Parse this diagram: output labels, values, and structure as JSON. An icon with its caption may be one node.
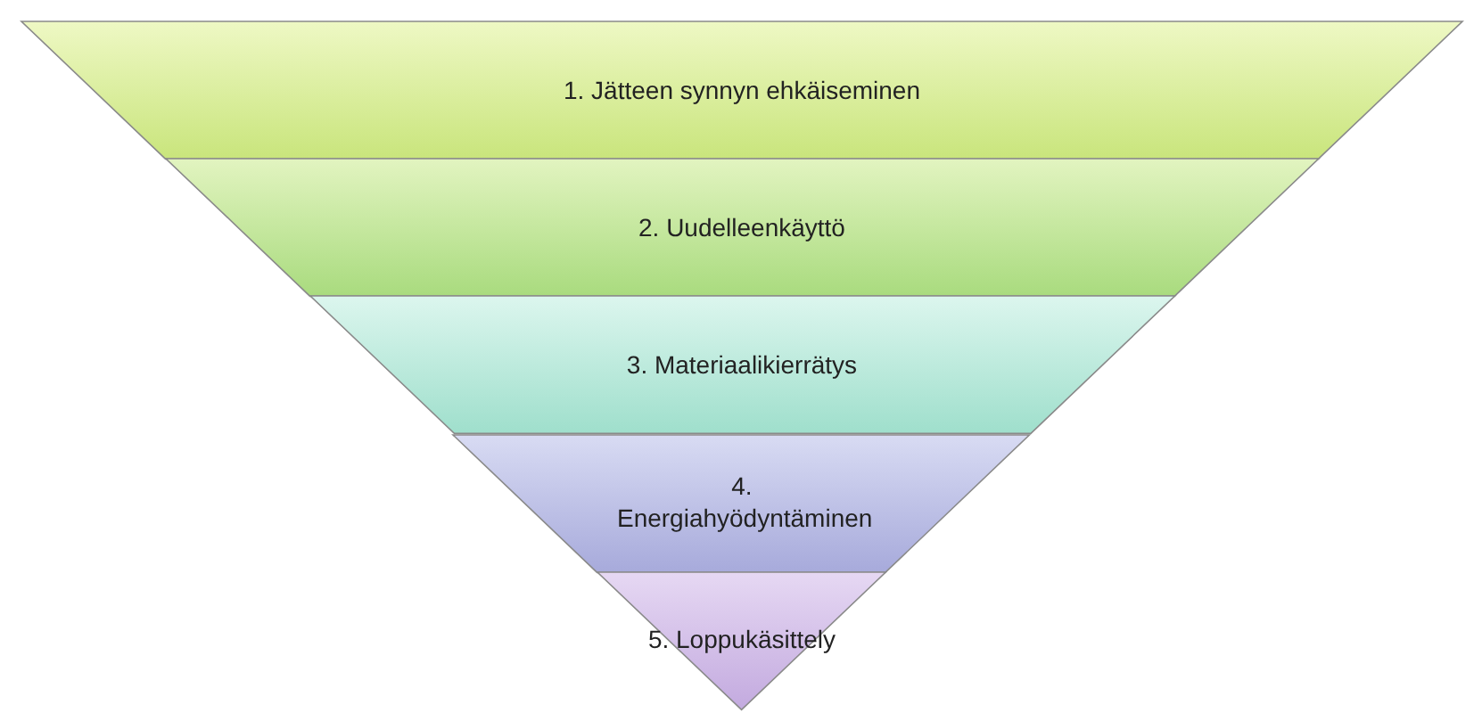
{
  "diagram": {
    "nodes": [
      {
        "text": [
          "1. Jätteen synnyn ehkäiseminen"
        ]
      },
      {
        "text": [
          "2. Uudelleenkäyttö"
        ]
      },
      {
        "text": [
          "3. Materiaalikierrätys"
        ]
      },
      {
        "text": [
          "4. Energiahyödyntäminen"
        ]
      },
      {
        "text": [
          "5. Loppukäsittely"
        ]
      }
    ]
  }
}
